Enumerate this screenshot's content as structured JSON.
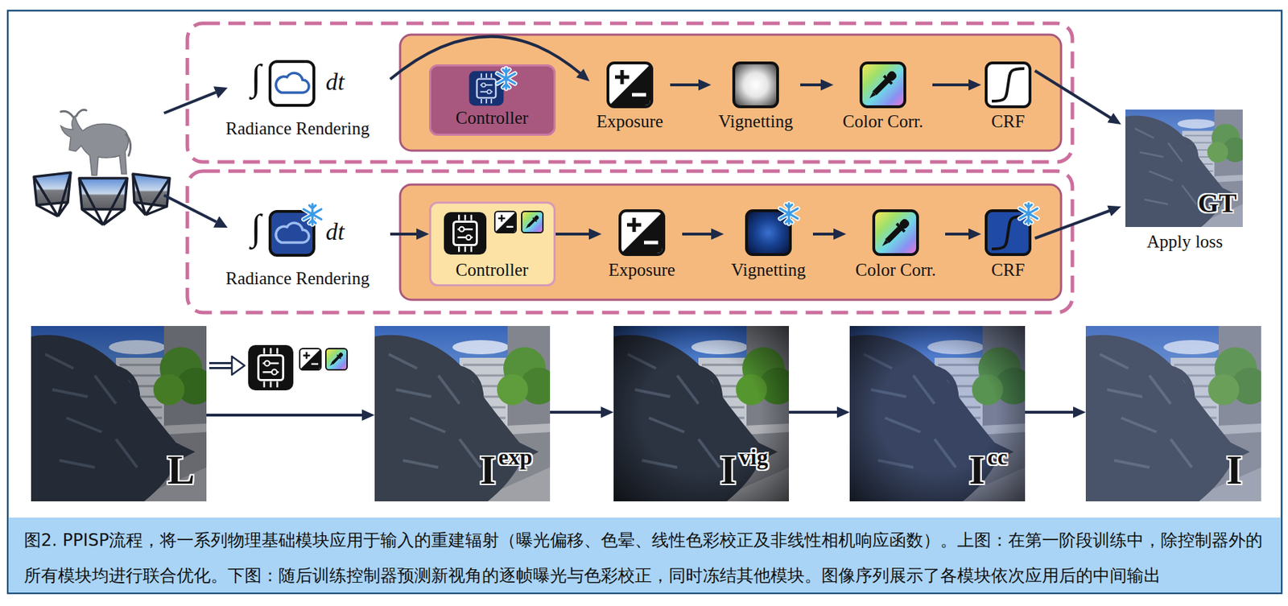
{
  "diagram": {
    "caption": "图2. PPISP流程，将一系列物理基础模块应用于输入的重建辐射（曝光偏移、色晕、线性色彩校正及非线性相机响应函数）。上图：在第一阶段训练中，除控制器外的所有模块均进行联合优化。下图：随后训练控制器预测新视角的逐帧曝光与色彩校正，同时冻结其他模块。图像序列展示了各模块依次应用后的中间输出",
    "nodes": [
      {
        "text": [
          "∫",
          "dt",
          "Radiance Rendering"
        ]
      },
      {
        "text": [
          "Controller"
        ]
      },
      {
        "text": [
          "Exposure"
        ]
      },
      {
        "text": [
          "Vignetting"
        ]
      },
      {
        "text": [
          "Color Corr."
        ]
      },
      {
        "text": [
          "CRF"
        ]
      },
      {
        "text": [
          "∫",
          "dt",
          "Radiance Rendering"
        ]
      },
      {
        "text": [
          "Controller"
        ]
      },
      {
        "text": [
          "Exposure"
        ]
      },
      {
        "text": [
          "Vignetting"
        ]
      },
      {
        "text": [
          "Color Corr."
        ]
      },
      {
        "text": [
          "CRF"
        ]
      },
      {
        "text": [
          "GT",
          "Apply loss"
        ]
      },
      {
        "text": [
          "L"
        ]
      },
      {
        "text": [
          "I",
          "exp"
        ]
      },
      {
        "text": [
          "I",
          "vig"
        ]
      },
      {
        "text": [
          "I",
          "cc"
        ]
      },
      {
        "text": [
          "I"
        ]
      }
    ],
    "edges": [
      {
        "from": 0,
        "to": 2,
        "arrow": "to"
      },
      {
        "from": 2,
        "to": 3,
        "arrow": "to"
      },
      {
        "from": 3,
        "to": 4,
        "arrow": "to"
      },
      {
        "from": 4,
        "to": 5,
        "arrow": "to"
      },
      {
        "from": 5,
        "to": 12,
        "arrow": "to"
      },
      {
        "from": 6,
        "to": 7,
        "arrow": "to"
      },
      {
        "from": 7,
        "to": 8,
        "arrow": "to"
      },
      {
        "from": 8,
        "to": 9,
        "arrow": "to"
      },
      {
        "from": 9,
        "to": 10,
        "arrow": "to"
      },
      {
        "from": 10,
        "to": 11,
        "arrow": "to"
      },
      {
        "from": 11,
        "to": 12,
        "arrow": "to"
      },
      {
        "from": 13,
        "to": 14,
        "arrow": "to"
      },
      {
        "from": 14,
        "to": 15,
        "arrow": "to"
      },
      {
        "from": 15,
        "to": 16,
        "arrow": "to"
      },
      {
        "from": 16,
        "to": 17,
        "arrow": "to"
      }
    ]
  }
}
